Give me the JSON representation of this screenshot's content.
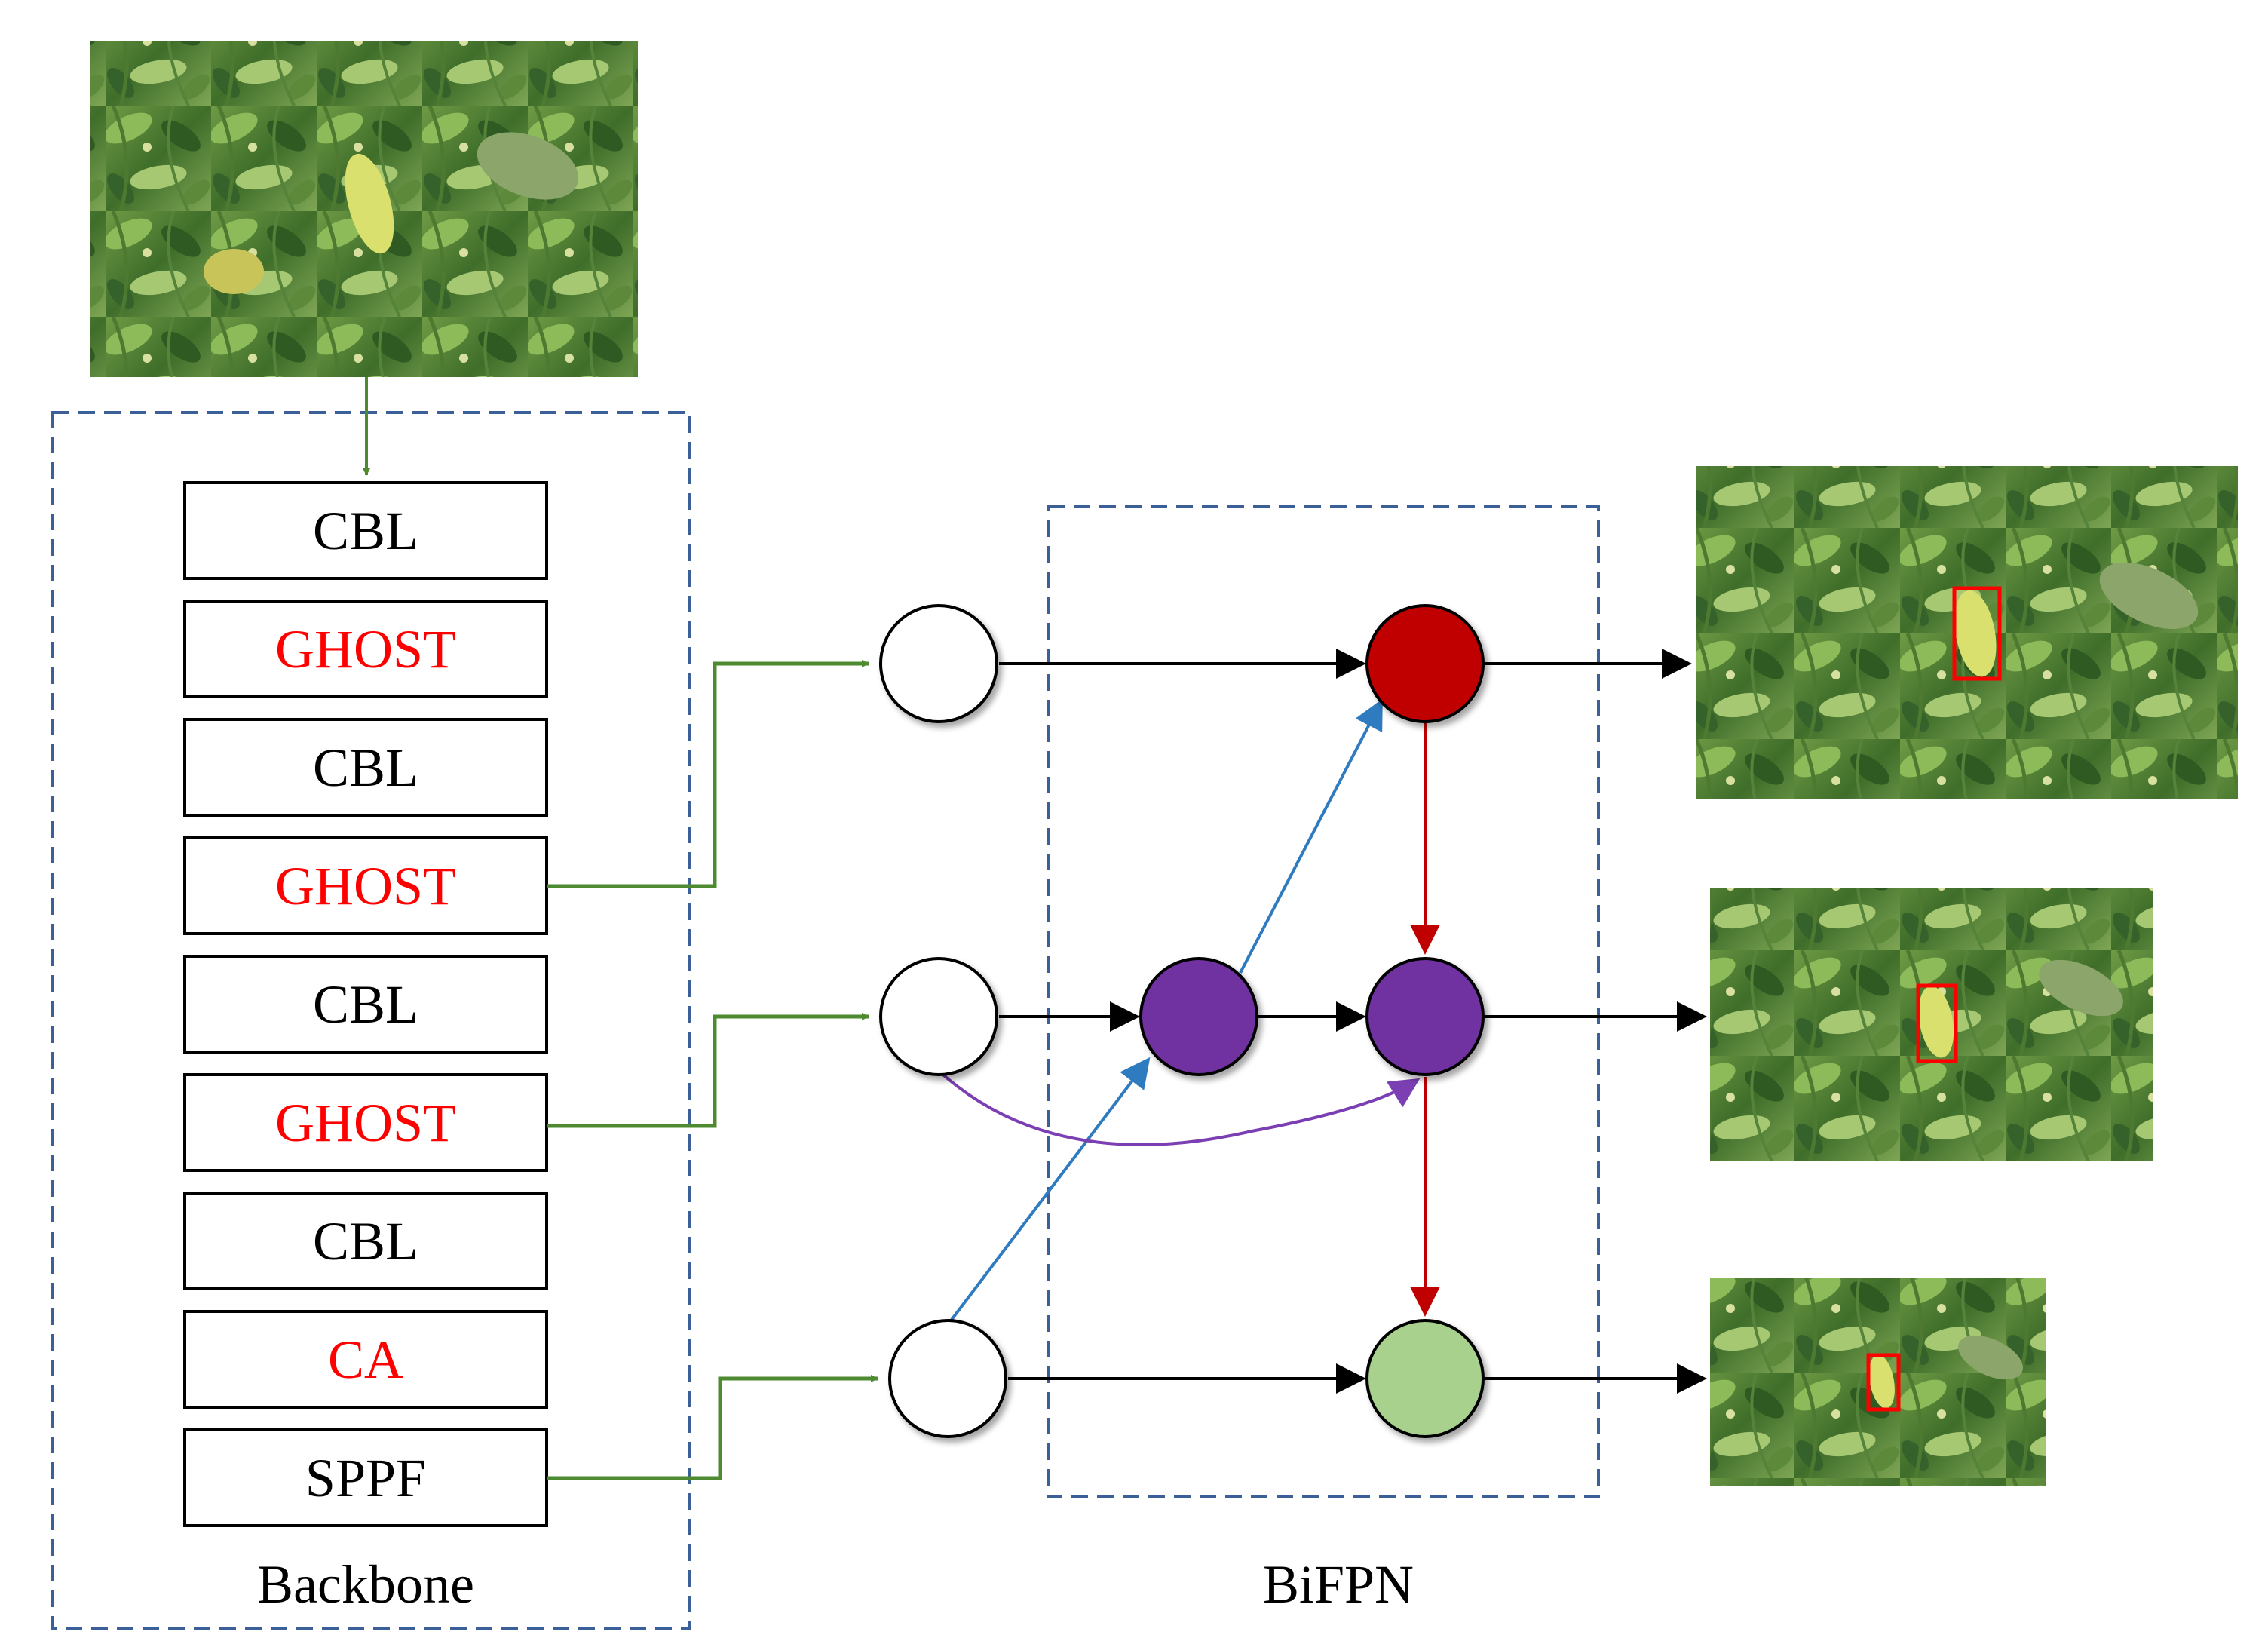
{
  "colors": {
    "dashed_frame": "#3b5f97",
    "feed_arrow": "#4e8a2f",
    "flow_arrow": "#000000",
    "up_arrow": "#2f7bbf",
    "down_arrow": "#c00000",
    "skip_arrow": "#7b3fb3",
    "ghost_text": "#ff0000",
    "normal_text": "#000000",
    "node_red": "#c00000",
    "node_purple": "#7030a0",
    "node_green": "#a9d18e",
    "node_empty": "#ffffff",
    "detection_box": "#ff0000"
  },
  "backbone": {
    "label": "Backbone",
    "blocks": [
      {
        "label": "CBL",
        "highlight": false
      },
      {
        "label": "GHOST",
        "highlight": true
      },
      {
        "label": "CBL",
        "highlight": false
      },
      {
        "label": "GHOST",
        "highlight": true
      },
      {
        "label": "CBL",
        "highlight": false
      },
      {
        "label": "GHOST",
        "highlight": true
      },
      {
        "label": "CBL",
        "highlight": false
      },
      {
        "label": "CA",
        "highlight": true
      },
      {
        "label": "SPPF",
        "highlight": false
      }
    ]
  },
  "bifpn": {
    "label": "BiFPN"
  },
  "images": {
    "input": "pepper-plant-photo",
    "outputs": [
      "detection-output-large",
      "detection-output-medium",
      "detection-output-small"
    ]
  }
}
